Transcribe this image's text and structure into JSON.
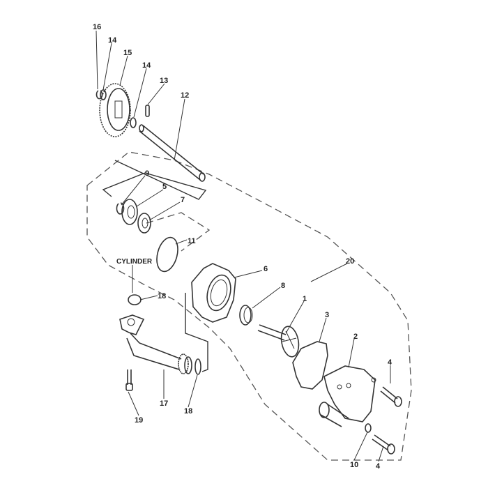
{
  "diagram": {
    "callouts": {
      "c16": "16",
      "c14a": "14",
      "c15": "15",
      "c14b": "14",
      "c13": "13",
      "c12": "12",
      "c9": "9",
      "c5": "5",
      "c7": "7",
      "c11": "11",
      "cylinder": "CYLINDER",
      "c18a": "18",
      "c6": "6",
      "c8": "8",
      "c1": "1",
      "c20": "20",
      "c3": "3",
      "c2": "2",
      "c4a": "4",
      "c17": "17",
      "c18b": "18",
      "c19": "19",
      "c10": "10",
      "c4b": "4"
    }
  }
}
